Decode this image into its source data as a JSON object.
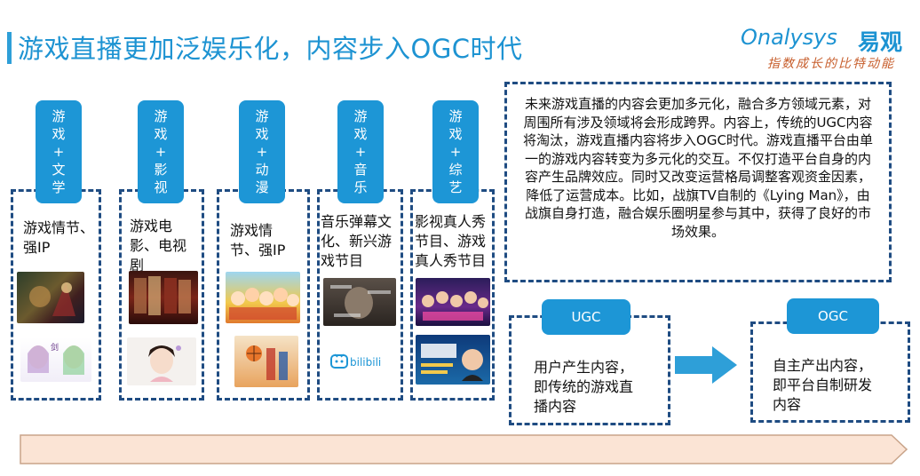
{
  "title": "游戏直播更加泛娱乐化，内容步入OGC时代",
  "logo": {
    "brand": "Onalysys",
    "brand_cn": "易观",
    "slogan": "指数成长的比特动能"
  },
  "categories": [
    {
      "tag": "游\n戏\n+\n文\n学",
      "text": "游戏情节、\n强IP",
      "icons": [
        "fantasy-game-art-icon",
        "game-characters-icon"
      ]
    },
    {
      "tag": "游\n戏\n+\n影\n视",
      "text": "游戏电\n影、电视\n剧",
      "icons": [
        "movie-poster-icon",
        "tv-drama-actress-icon"
      ]
    },
    {
      "tag": "游\n戏\n+\n动\n漫",
      "text": "游戏情\n节、强IP",
      "icons": [
        "anime-group-icon",
        "basketball-anime-icon"
      ]
    },
    {
      "tag": "游\n戏\n+\n音\n乐",
      "text": "音乐弹幕文\n化、新兴游\n戏节目",
      "icons": [
        "live-stream-video-icon",
        "bilibili-logo-icon"
      ],
      "bilibili": "bilibili"
    },
    {
      "tag": "游\n戏\n+\n综\n艺",
      "text": "影视真人秀\n节目、游戏\n真人秀节目",
      "icons": [
        "variety-show-poster-icon",
        "game-show-poster-icon"
      ]
    }
  ],
  "description": "未来游戏直播的内容会更加多元化，融合多方领域元素，对周围所有涉及领域将会形成跨界。内容上，传统的UGC内容将淘汰，游戏直播内容将步入OGC时代。游戏直播平台由单一的游戏内容转变为多元化的交互。不仅打造平台自身的内容产生品牌效应。同时又改变运营格局调整客观资金因素，降低了运营成本。比如，战旗TV自制的《Lying Man》，由战旗自身打造，融合娱乐圈明星参与其中，获得了良好的市场效果。",
  "ugc": {
    "label": "UGC",
    "text": "用户产生内容，\n即传统的游戏直\n播内容"
  },
  "ogc": {
    "label": "OGC",
    "text": "自主产出内容，\n即平台自制研发\n内容"
  },
  "colors": {
    "accent": "#1d96d6",
    "border": "#1f4c82",
    "timeline_fill": "#fbe4d5",
    "timeline_stroke": "#c9a48a",
    "arrow": "#2e9fd8"
  }
}
